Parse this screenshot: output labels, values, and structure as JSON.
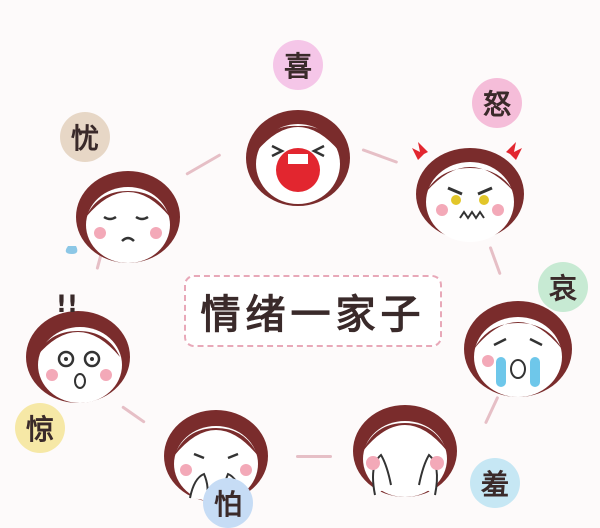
{
  "title": "情绪一家子",
  "emotions": {
    "xi": "喜",
    "nu": "怒",
    "ai": "哀",
    "xiu": "羞",
    "jing": "惊",
    "you": "忧",
    "pa": "怕"
  },
  "bang": "!!"
}
